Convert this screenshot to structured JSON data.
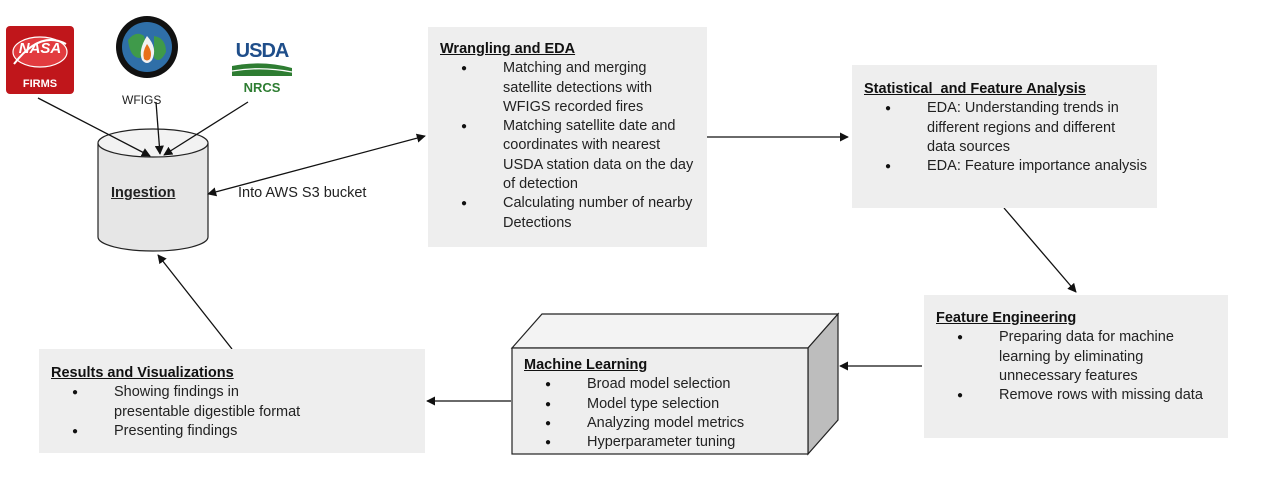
{
  "logos": {
    "nasa_top": "NASA",
    "nasa_bottom": "FIRMS",
    "wfigs_label": "WFIGS",
    "usda_top": "USDA",
    "usda_bottom": "NRCS"
  },
  "ingestion": {
    "title": "Ingestion",
    "edge_label": "Into AWS S3 bucket"
  },
  "wrangling": {
    "title": "Wrangling and EDA",
    "items": [
      "Matching and merging satellite detections with WFIGS recorded fires",
      "Matching satellite date and coordinates with nearest USDA station data on the day of detection",
      "Calculating number of nearby Detections"
    ]
  },
  "statistical": {
    "title": "Statistical  and Feature Analysis",
    "items": [
      "EDA: Understanding trends in different regions and different data sources",
      "EDA: Feature importance analysis"
    ]
  },
  "feature_engineering": {
    "title": "Feature Engineering",
    "items": [
      "Preparing data for machine learning by eliminating unnecessary features",
      "Remove rows with missing data"
    ]
  },
  "machine_learning": {
    "title": "Machine Learning",
    "items": [
      "Broad model selection",
      "Model type selection",
      "Analyzing model metrics",
      "Hyperparameter tuning"
    ]
  },
  "results": {
    "title": "Results and Visualizations",
    "items": [
      "Showing findings in presentable digestible format",
      "Presenting findings"
    ]
  },
  "colors": {
    "box_fill": "#eeeeee",
    "nasa_red": "#c0161b",
    "usda_blue": "#1f4e8a",
    "usda_green": "#2e7d32"
  }
}
